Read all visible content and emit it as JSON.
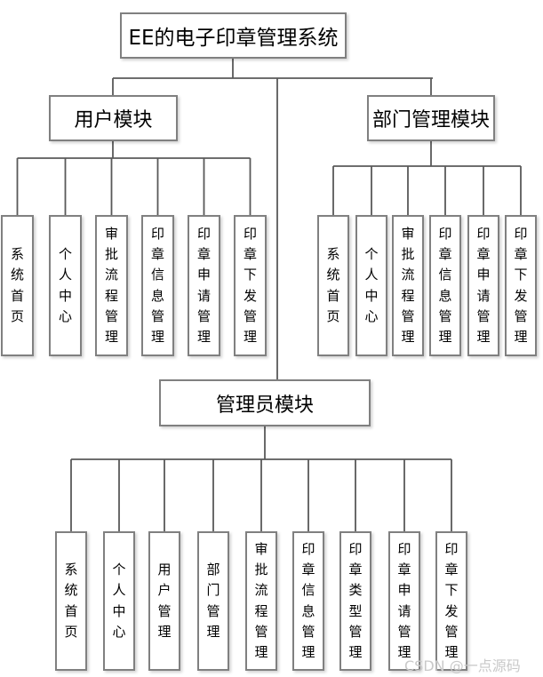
{
  "diagram": {
    "title": "EE的电子印章管理系统",
    "modules": [
      {
        "id": "user",
        "label": "用户模块",
        "children": [
          "系统首页",
          "个人中心",
          "审批流程管理",
          "印章信息管理",
          "印章申请管理",
          "印章下发管理"
        ]
      },
      {
        "id": "department",
        "label": "部门管理模块",
        "children": [
          "系统首页",
          "个人中心",
          "审批流程管理",
          "印章信息管理",
          "印章申请管理",
          "印章下发管理"
        ]
      },
      {
        "id": "admin",
        "label": "管理员模块",
        "children": [
          "系统首页",
          "个人中心",
          "用户管理",
          "部门管理",
          "审批流程管理",
          "印章信息管理",
          "印章类型管理",
          "印章申请管理",
          "印章下发管理"
        ]
      }
    ]
  },
  "watermark": {
    "text": "CSDN @一点源码",
    "color": "#c9c9c9"
  },
  "colors": {
    "background": "#ffffff",
    "box_fill": "#ffffff",
    "box_border": "#808080",
    "connector_line": "#595959",
    "text": "#000000"
  }
}
